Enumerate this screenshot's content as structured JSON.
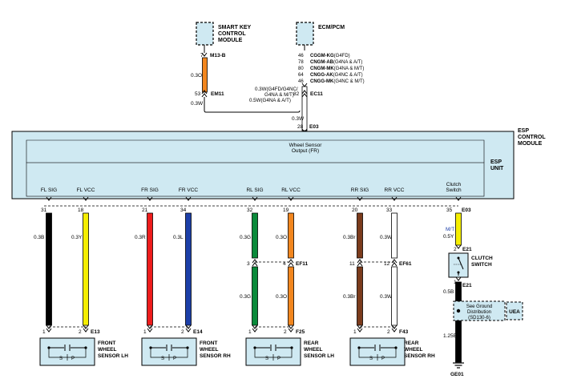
{
  "modules": {
    "smart_key": {
      "line1": "SMART KEY",
      "line2": "CONTROL",
      "line3": "MODULE",
      "pin": "7",
      "connector": "M13-B"
    },
    "ecm": {
      "name": "ECM/PCM",
      "pins": [
        "46",
        "78",
        "80",
        "64",
        "46"
      ],
      "variants": [
        {
          "code": "CGGM-KG",
          "spec": "(G4FD)"
        },
        {
          "code": "CNGM-AB",
          "spec": "(G4NA & A/T)"
        },
        {
          "code": "CNGM-MK",
          "spec": "(G4NA & M/T)"
        },
        {
          "code": "CNGG-AK",
          "spec": "(G4NC & A/T)"
        },
        {
          "code": "CNGG-MK",
          "spec": "(G4NC & M/T)"
        }
      ]
    }
  },
  "wires": {
    "smart_key_wire": "0.3O",
    "ecm_wire_1": "0.3W(G4FD/G4NC/",
    "ecm_wire_2": "G4NA & M/T)",
    "ecm_wire_3": "0.5W(G4NA & A/T)",
    "em11_pin": "53",
    "em11": "EM11",
    "em11_wire": "0.3W",
    "ec11_pin": "82",
    "ec11": "EC11",
    "esp_in_wire": "0.3W",
    "esp_in_pin": "28",
    "e03": "E03"
  },
  "esp": {
    "label1": "ESP",
    "label2": "UNIT",
    "ctrl1": "ESP",
    "ctrl2": "CONTROL",
    "ctrl3": "MODULE",
    "output_1": "Wheel Sensor",
    "output_2": "Output (FR)",
    "terminals": [
      "FL SIG",
      "FL VCC",
      "FR SIG",
      "FR VCC",
      "RL SIG",
      "RL VCC",
      "RR SIG",
      "RR VCC",
      "Clutch",
      "Switch"
    ]
  },
  "pins": {
    "esp": [
      "31",
      "18",
      "21",
      "34",
      "32",
      "19",
      "20",
      "33",
      "35"
    ],
    "esp_clutch_conn": "E03",
    "wires": [
      "0.3B",
      "0.3Y",
      "0.3R",
      "0.3L",
      "0.3G",
      "0.3O",
      "0.3Br",
      "0.3W"
    ],
    "ef11": "EF11",
    "ef11_pins": [
      "3",
      "4"
    ],
    "ef61": "EF61",
    "ef61_pins": [
      "11",
      "12"
    ],
    "lower_wires": [
      "0.3G",
      "0.3O",
      "0.3Br",
      "0.3W"
    ],
    "sensor_pins": [
      "1",
      "2"
    ]
  },
  "sensors": [
    {
      "conn": "E13",
      "l1": "FRONT",
      "l2": "WHEEL",
      "l3": "SENSOR LH"
    },
    {
      "conn": "E14",
      "l1": "FRONT",
      "l2": "WHEEL",
      "l3": "SENSOR RH"
    },
    {
      "conn": "F25",
      "l1": "REAR",
      "l2": "WHEEL",
      "l3": "SENSOR LH"
    },
    {
      "conn": "F43",
      "l1": "REAR",
      "l2": "WHEEL",
      "l3": "SENSOR RH"
    }
  ],
  "sensor_sp": {
    "s": "S",
    "p": "P"
  },
  "clutch": {
    "mt": "M/T",
    "wire_top": "0.5Y",
    "pin_top": "2",
    "conn": "E21",
    "l1": "CLUTCH",
    "l2": "SWITCH",
    "pin_bot": "1",
    "conn_bot": "E21",
    "wire_bot": "0.5B",
    "see1": "See Ground",
    "see2": "Distribution",
    "see3": "(SD130-6)",
    "uea": "UEA",
    "gnd_wire": "1.25B",
    "ground": "GE01"
  },
  "colors": {
    "box": "#cfe9f2",
    "black": "#000000",
    "yellow": "#f5ee00",
    "red": "#ee1c1c",
    "blue": "#1c3fa8",
    "green": "#0a8a3a",
    "orange": "#f2861e",
    "brown": "#7b3b1c",
    "white": "#ffffff"
  }
}
